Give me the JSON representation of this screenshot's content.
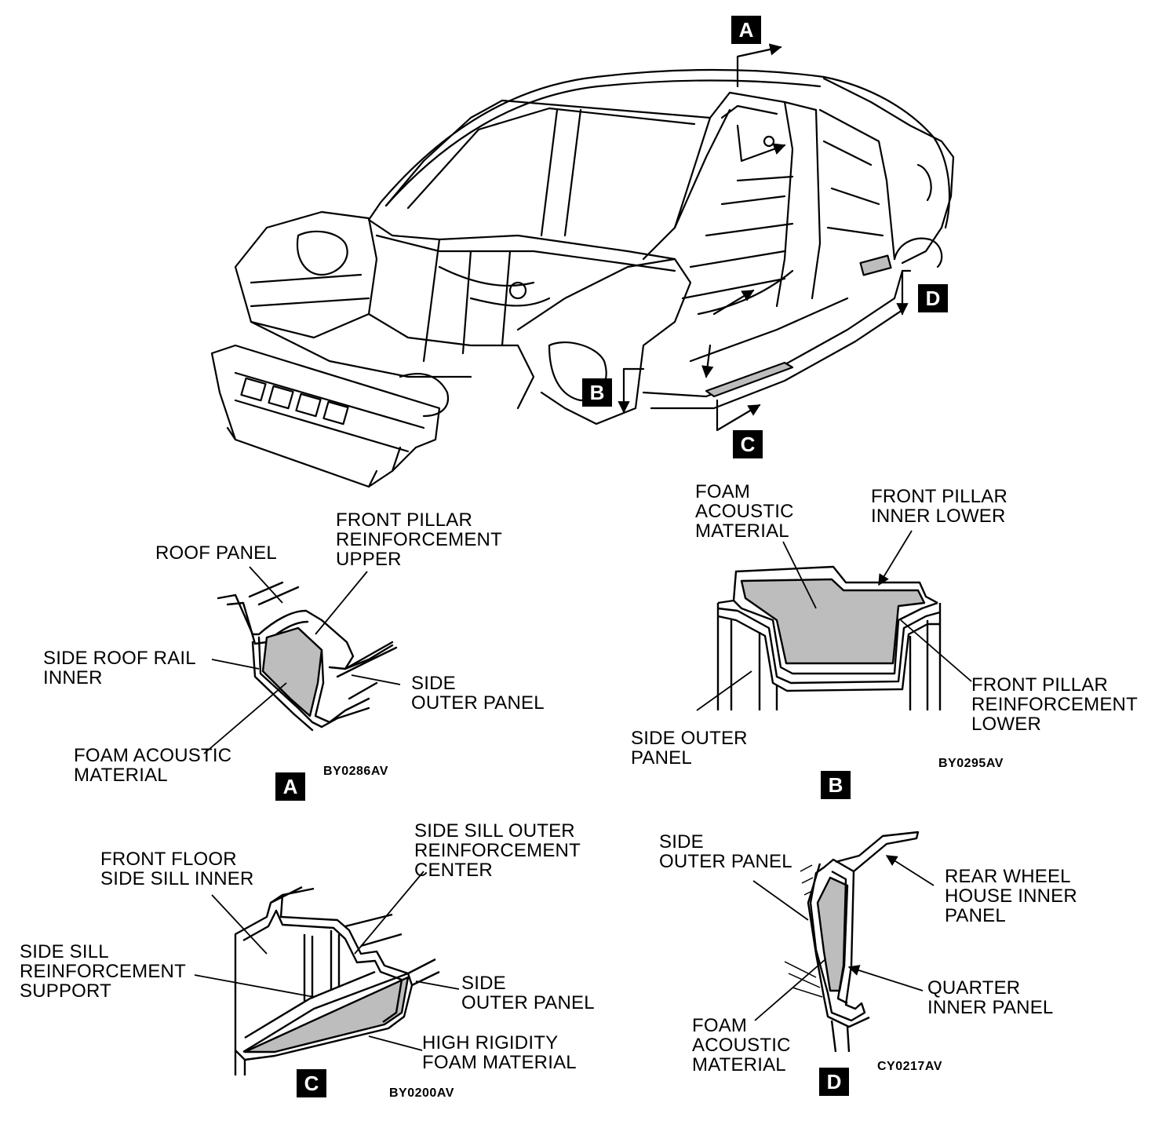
{
  "fill_gray": "#bdbdbd",
  "line_color": "#000000",
  "overview": {
    "name": "car-body-overview-illustration",
    "markers": {
      "a": "A",
      "b": "B",
      "c": "C",
      "d": "D"
    }
  },
  "section_a": {
    "labels": {
      "roof_panel": "ROOF PANEL",
      "front_pillar_reinf_upper": "FRONT PILLAR\nREINFORCEMENT\nUPPER",
      "side_roof_rail_inner": "SIDE ROOF RAIL\nINNER",
      "side_outer_panel": "SIDE\nOUTER PANEL",
      "foam_acoustic": "FOAM ACOUSTIC\nMATERIAL"
    },
    "code": "BY0286AV",
    "badge": "A"
  },
  "section_b": {
    "labels": {
      "foam_acoustic": "FOAM\nACOUSTIC\nMATERIAL",
      "front_pillar_inner_lower": "FRONT PILLAR\nINNER LOWER",
      "front_pillar_reinf_lower": "FRONT PILLAR\nREINFORCEMENT\nLOWER",
      "side_outer_panel": "SIDE OUTER\nPANEL"
    },
    "code": "BY0295AV",
    "badge": "B"
  },
  "section_c": {
    "labels": {
      "front_floor_side_sill_inner": "FRONT FLOOR\nSIDE SILL INNER",
      "side_sill_outer_reinf_center": "SIDE SILL OUTER\nREINFORCEMENT\nCENTER",
      "side_sill_reinf_support": "SIDE SILL\nREINFORCEMENT\nSUPPORT",
      "side_outer_panel": "SIDE\nOUTER PANEL",
      "high_rigidity_foam": "HIGH RIGIDITY\nFOAM MATERIAL"
    },
    "code": "BY0200AV",
    "badge": "C"
  },
  "section_d": {
    "labels": {
      "side_outer_panel": "SIDE\nOUTER PANEL",
      "rear_wheel_house_inner": "REAR WHEEL\nHOUSE INNER\nPANEL",
      "quarter_inner_panel": "QUARTER\nINNER PANEL",
      "foam_acoustic": "FOAM\nACOUSTIC\nMATERIAL"
    },
    "code": "CY0217AV",
    "badge": "D"
  }
}
